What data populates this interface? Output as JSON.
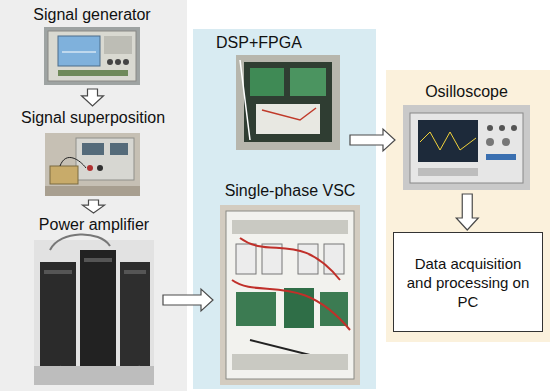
{
  "diagram": {
    "nodes": [
      {
        "text": [
          "Signal generator"
        ]
      },
      {
        "text": [
          "Signal superposition"
        ]
      },
      {
        "text": [
          "Power amplifier"
        ]
      },
      {
        "text": [
          "DSP+FPGA"
        ]
      },
      {
        "text": [
          "Single-phase VSC"
        ]
      },
      {
        "text": [
          "Osilloscope"
        ]
      },
      {
        "text": [
          "Data acquisition and processing on PC"
        ]
      }
    ],
    "edges": [
      {
        "from": 0,
        "to": 1,
        "arrow": "to"
      },
      {
        "from": 1,
        "to": 2,
        "arrow": "to"
      },
      {
        "from": 2,
        "to": 4,
        "arrow": "to"
      },
      {
        "from": 3,
        "to": 5,
        "arrow": "to"
      },
      {
        "from": 5,
        "to": 6,
        "arrow": "to"
      }
    ]
  }
}
